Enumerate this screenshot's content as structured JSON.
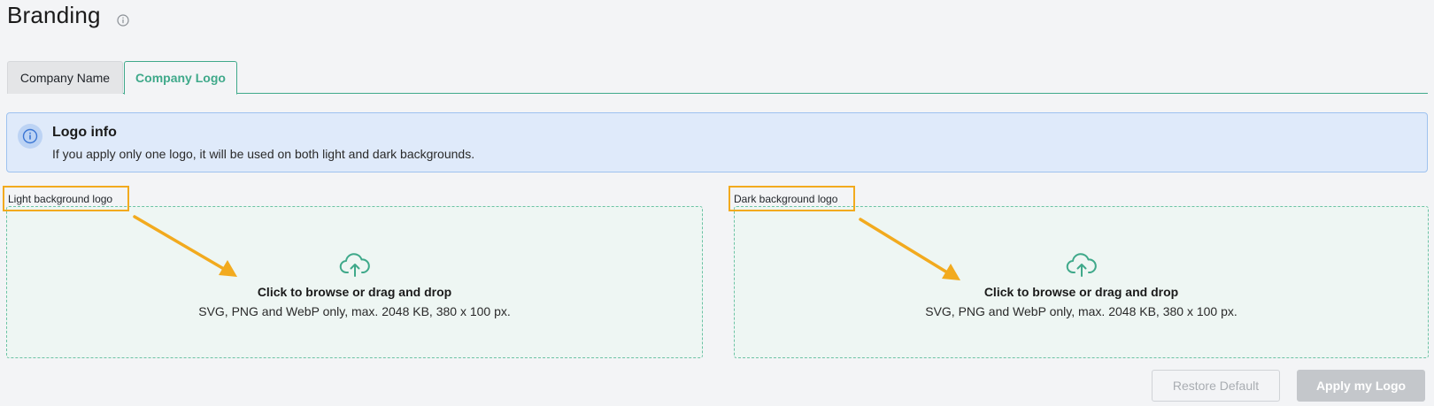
{
  "page": {
    "title": "Branding",
    "title_icon": "info-circle-icon"
  },
  "tabs": [
    {
      "label": "Company Name",
      "active": false
    },
    {
      "label": "Company Logo",
      "active": true
    }
  ],
  "info_box": {
    "icon": "info-circle-icon",
    "title": "Logo info",
    "text": "If you apply only one logo, it will be used on both light and dark backgrounds."
  },
  "uploads": {
    "light": {
      "label": "Light background logo",
      "icon": "cloud-upload-icon",
      "main_text": "Click to browse or drag and drop",
      "sub_text": "SVG, PNG and WebP only, max. 2048 KB, 380 x 100 px."
    },
    "dark": {
      "label": "Dark background logo",
      "icon": "cloud-upload-icon",
      "main_text": "Click to browse or drag and drop",
      "sub_text": "SVG, PNG and WebP only, max. 2048 KB, 380 x 100 px."
    }
  },
  "buttons": {
    "restore": "Restore Default",
    "apply": "Apply my Logo"
  },
  "colors": {
    "accent": "#3fa98a",
    "highlight": "#f2aa1e",
    "info_bg": "#dfeafa",
    "info_border": "#9ec2ef"
  }
}
